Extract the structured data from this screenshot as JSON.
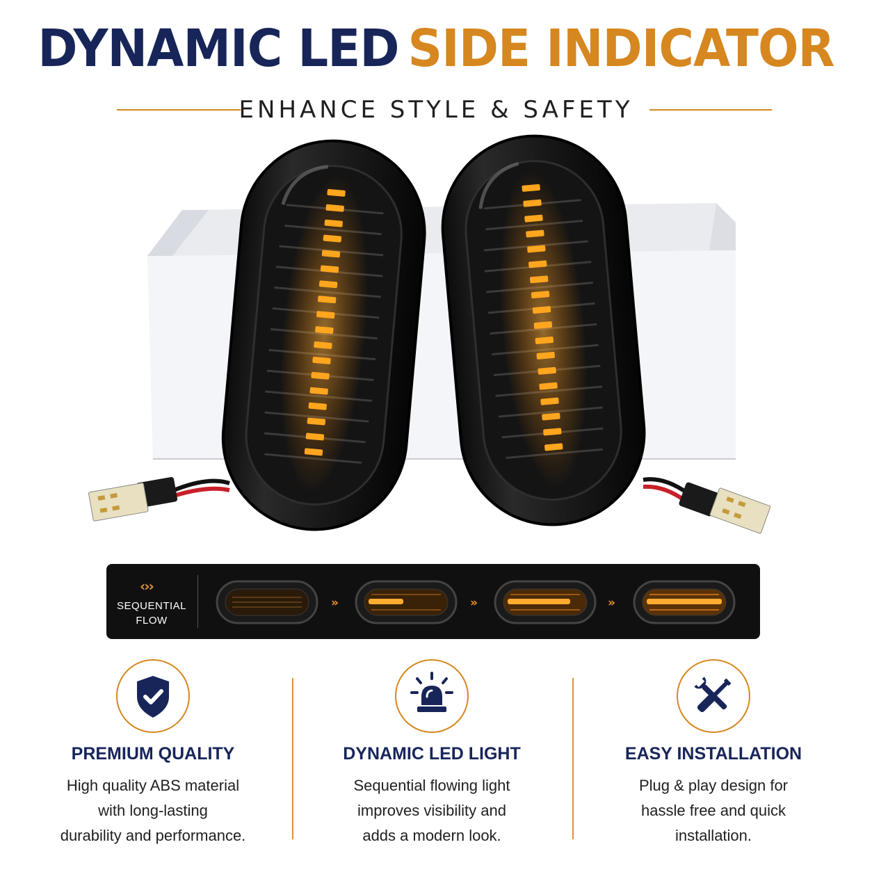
{
  "header": {
    "title_part1": "DYNAMIC LED",
    "title_part2": "SIDE INDICATOR",
    "subtitle": "ENHANCE STYLE & SAFETY"
  },
  "sequence": {
    "label_line1": "SEQUENTIAL",
    "label_line2": "FLOW",
    "stages": 4
  },
  "features": [
    {
      "icon": "shield-check-icon",
      "title": "PREMIUM QUALITY",
      "lines": [
        "High quality ABS material",
        "with long-lasting",
        "durability and performance."
      ]
    },
    {
      "icon": "beacon-light-icon",
      "title": "DYNAMIC LED LIGHT",
      "lines": [
        "Sequential flowing light",
        "improves visibility and",
        "adds a modern look."
      ]
    },
    {
      "icon": "tools-icon",
      "title": "EASY INSTALLATION",
      "lines": [
        "Plug & play design for",
        "hassle free and quick",
        "installation."
      ]
    }
  ],
  "colors": {
    "navy": "#172559",
    "orange": "#d6871f",
    "amber": "#e7902a",
    "strip_bg": "#101010"
  }
}
